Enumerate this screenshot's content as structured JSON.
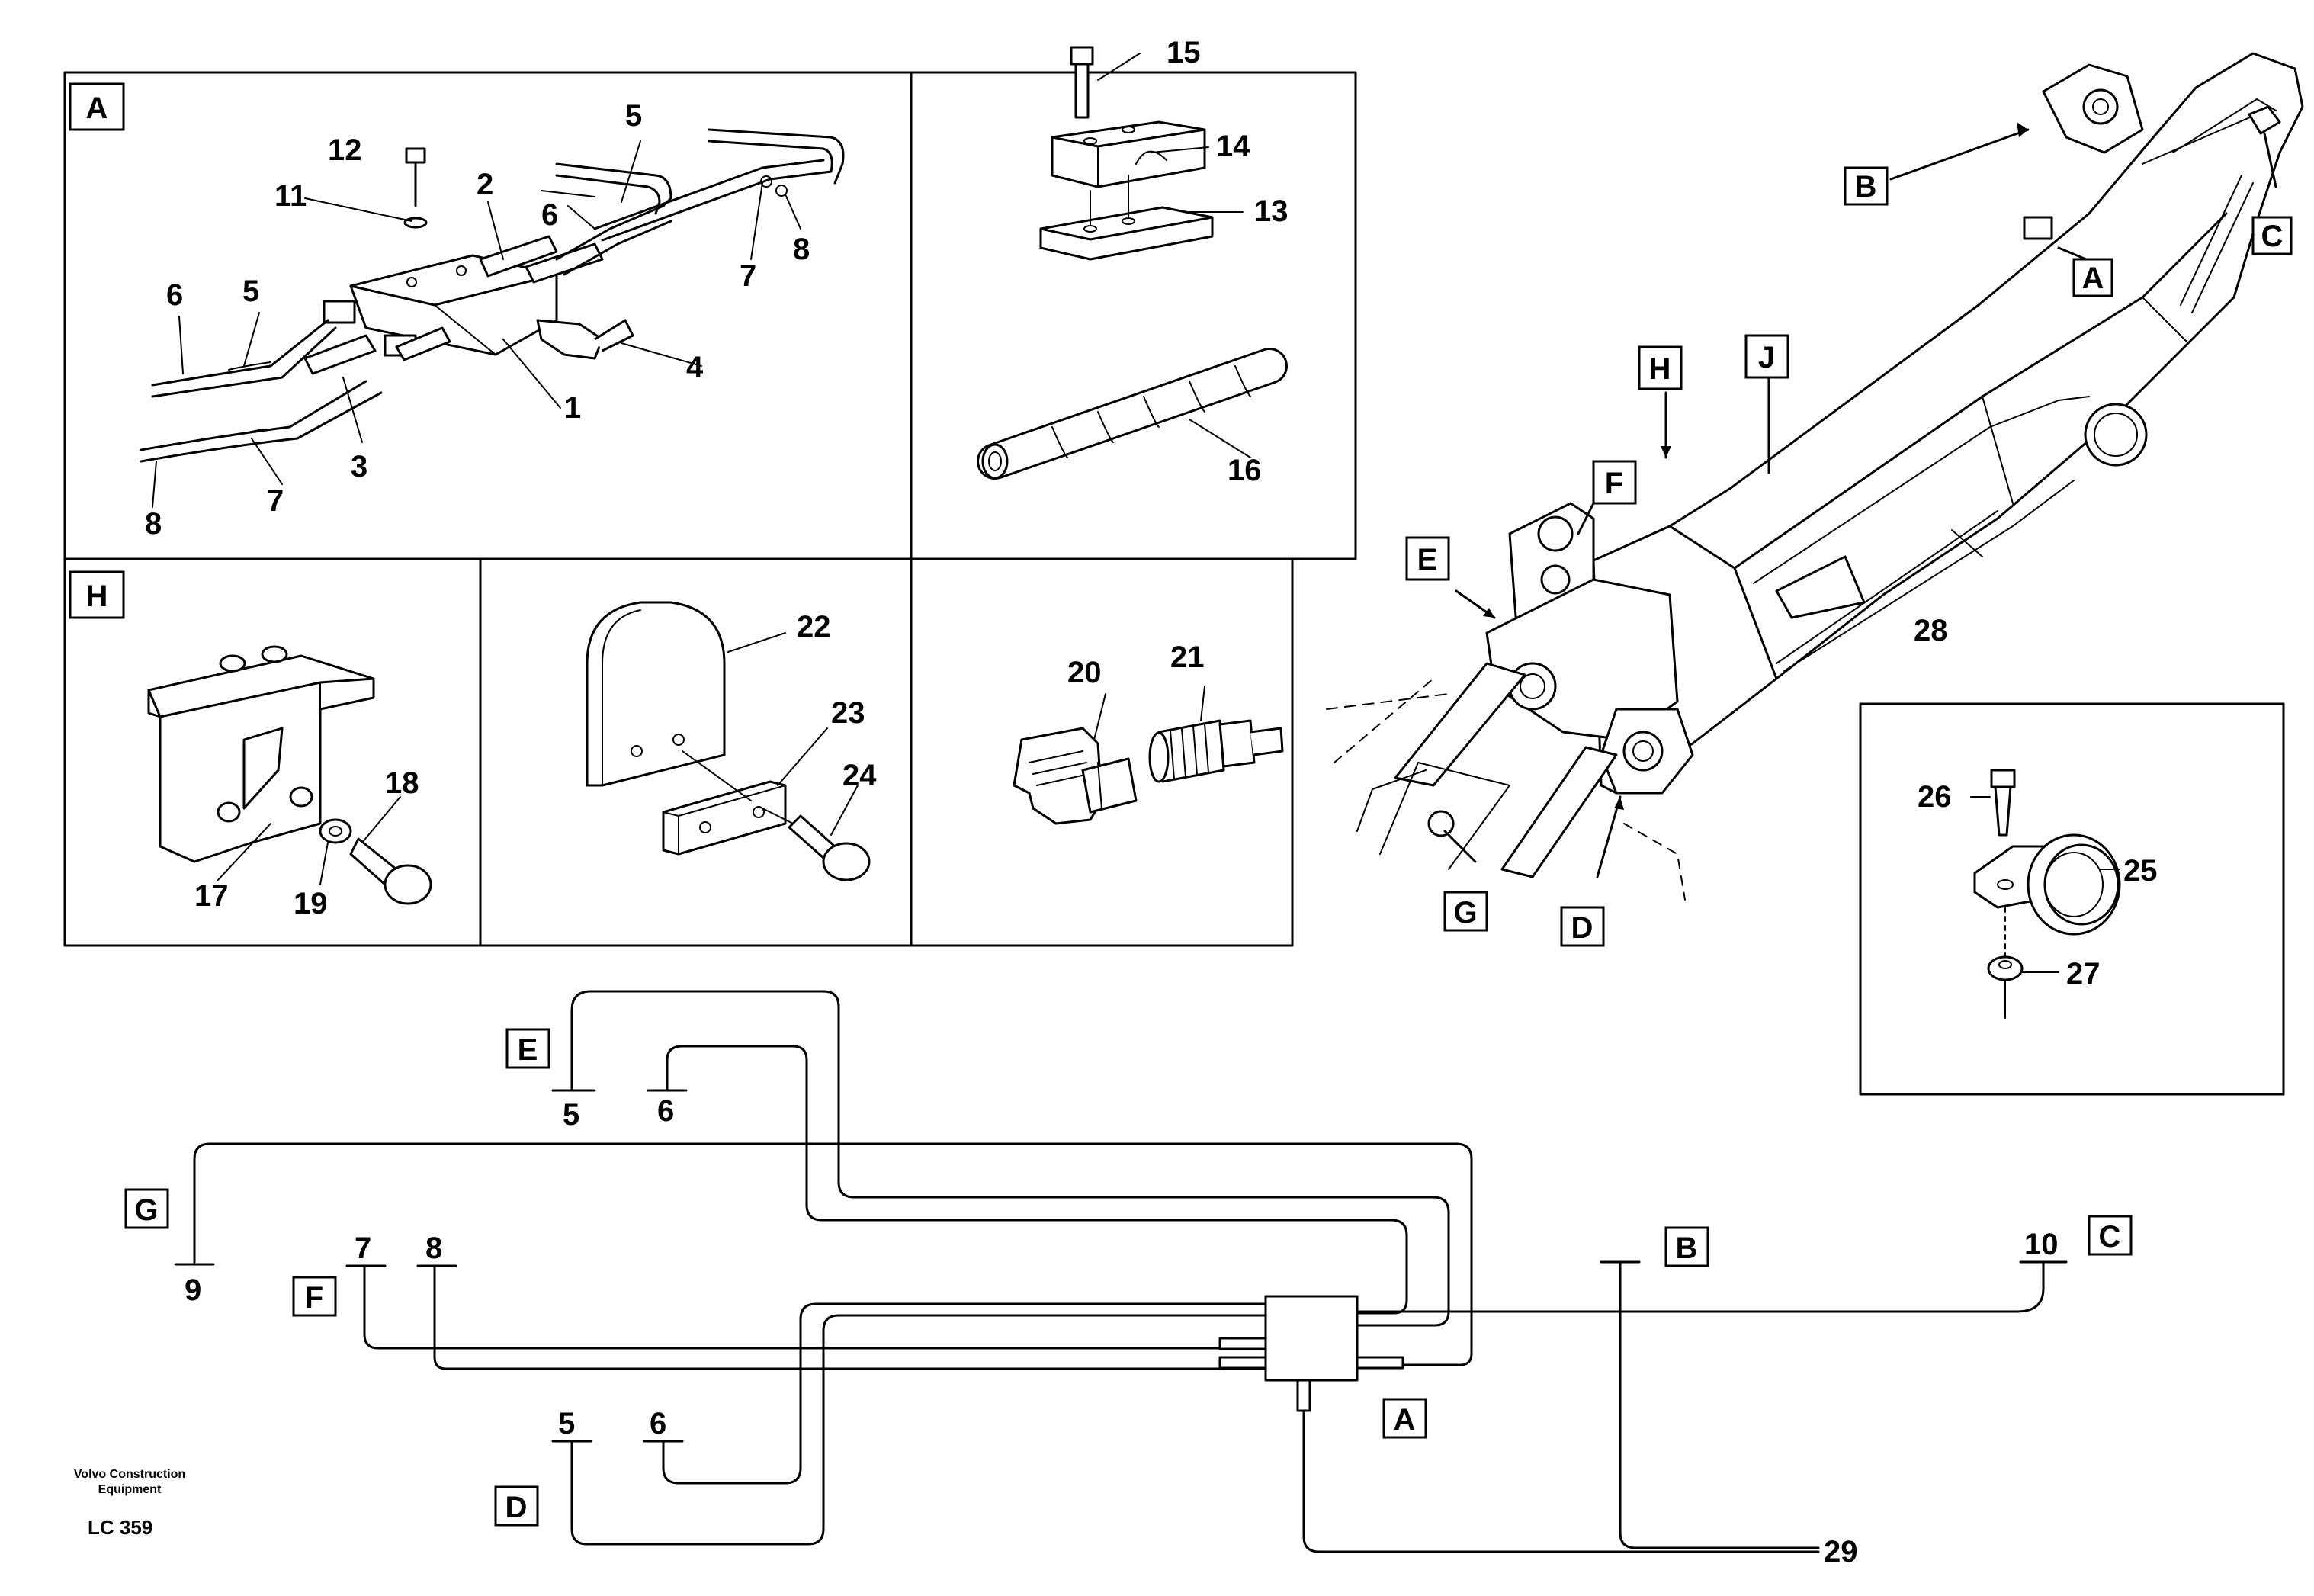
{
  "panels": {
    "A": {
      "tag": "A",
      "callouts": [
        "1",
        "2",
        "3",
        "4",
        "5",
        "6",
        "7",
        "8",
        "11",
        "12",
        "5",
        "6",
        "7",
        "8"
      ]
    },
    "top_right": {
      "callouts": [
        "13",
        "14",
        "15",
        "16"
      ]
    },
    "H": {
      "tag": "H",
      "callouts": [
        "17",
        "18",
        "19"
      ]
    },
    "middle": {
      "callouts": [
        "22",
        "23",
        "24"
      ]
    },
    "fittings": {
      "callouts": [
        "20",
        "21"
      ]
    },
    "clamp": {
      "callouts": [
        "25",
        "26",
        "27"
      ]
    }
  },
  "boom": {
    "tags": [
      "B",
      "C",
      "A",
      "H",
      "J",
      "F",
      "E",
      "G",
      "D"
    ],
    "callouts": [
      "28"
    ]
  },
  "schematic": {
    "tags": [
      "E",
      "G",
      "F",
      "B",
      "C",
      "A",
      "D"
    ],
    "lines": [
      "5",
      "6",
      "9",
      "7",
      "8",
      "10",
      "5",
      "6",
      "29"
    ]
  },
  "footer": {
    "brand_line1": "Volvo Construction",
    "brand_line2": "Equipment",
    "code": "LC 359"
  }
}
